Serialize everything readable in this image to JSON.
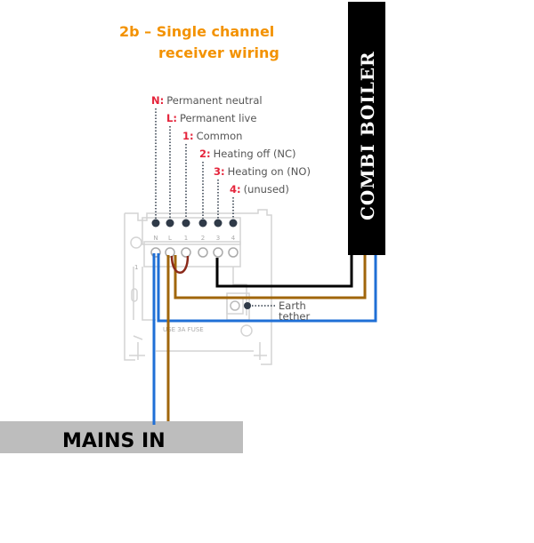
{
  "title": {
    "line1": "2b – Single channel",
    "line2": "receiver wiring"
  },
  "terminals": [
    {
      "key": "N:",
      "desc": "Permanent neutral",
      "marker": "N"
    },
    {
      "key": "L:",
      "desc": "Permanent live",
      "marker": "L"
    },
    {
      "key": "1:",
      "desc": "Common",
      "marker": "1"
    },
    {
      "key": "2:",
      "desc": "Heating off (NC)",
      "marker": "2"
    },
    {
      "key": "3:",
      "desc": "Heating on (NO)",
      "marker": "3"
    },
    {
      "key": "4:",
      "desc": "(unused)",
      "marker": "4"
    }
  ],
  "earth": {
    "line1": "Earth",
    "line2": "tether"
  },
  "plate_text": {
    "fuse": "USE  3A  FUSE",
    "num": "1"
  },
  "boiler_label": "COMBI BOILER",
  "mains_label": "MAINS IN",
  "colors": {
    "title": "#f39200",
    "key": "#e5243b",
    "blue": "#1f6fd6",
    "brown": "#a0660b",
    "black": "#000000",
    "link": "#8b2a1a",
    "mains_bg": "#bdbdbd"
  }
}
